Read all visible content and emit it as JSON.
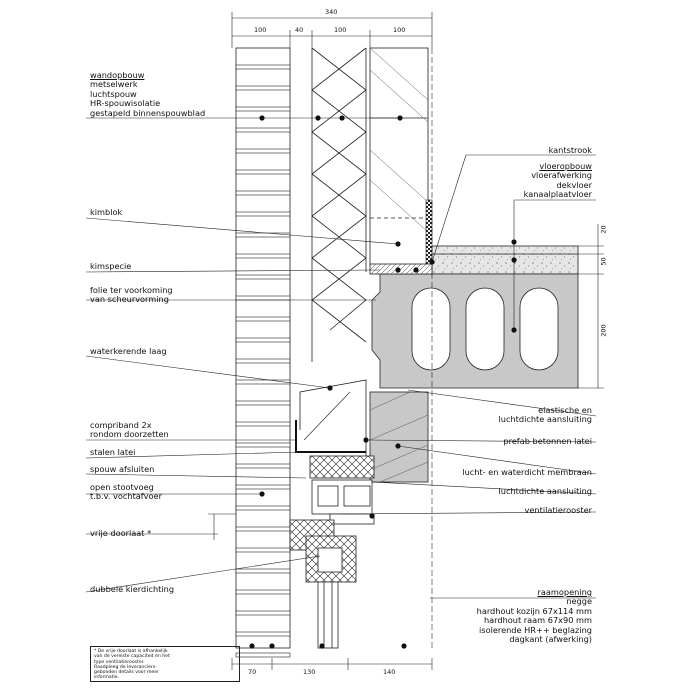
{
  "labels": {
    "wandopbouw": [
      "wandopbouw",
      "metselwerk",
      "luchtspouw",
      "HR-spouwisolatie",
      "gestapeld binnenspouwblad"
    ],
    "kantstrook": "kantstrook",
    "vloeropbouw": [
      "vloeropbouw",
      "vloerafwerking",
      "dekvloer",
      "kanaalplaatvloer"
    ],
    "kimblok": "kimblok",
    "kimspecie": "kimspecie",
    "folie": [
      "folie ter voorkoming",
      "van scheurvorming"
    ],
    "waterkerende": "waterkerende laag",
    "elastische": [
      "elastische en",
      "luchtdichte aansluiting"
    ],
    "prefab": "prefab betonnen latei",
    "compriband": [
      "compriband 2x",
      "rondom doorzetten"
    ],
    "stalen": "stalen latei",
    "spouw": "spouw afsluiten",
    "open": [
      "open stootvoeg",
      "t.b.v. vochtafvoer"
    ],
    "membraan": "lucht- en waterdicht membraan",
    "luchtdichte": "luchtdichte aansluiting",
    "ventilatie": "ventilatierooster",
    "vrije": "vrije doorlaat *",
    "dubbele": "dubbele kierdichting",
    "raamopening": [
      "raamopening",
      "negge",
      "hardhout kozijn 67x114 mm",
      "hardhout raam 67x90 mm",
      "isolerende HR++ beglazing",
      "dagkant (afwerking)"
    ]
  },
  "dimensions": {
    "top_total": "340",
    "top_parts": [
      "100",
      "40",
      "100",
      "100"
    ],
    "bottom_parts": [
      "70",
      "130",
      "140"
    ],
    "right_parts": [
      "20",
      "50",
      "200"
    ]
  },
  "note": [
    "* De vrije doorlaat is afhankelijk",
    "van de vereiste capaciteit en het",
    "type ventilatierooster.",
    "Raadpleeg de leveranciers-",
    "gebonden details voor meer",
    "informatie."
  ]
}
